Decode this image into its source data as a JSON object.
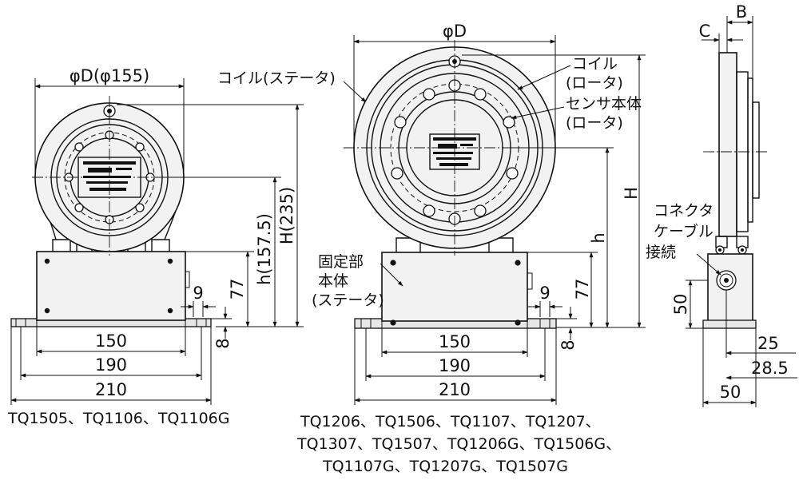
{
  "left_view": {
    "dim_diameter": "φD(φ155)",
    "dim_height": "H(235)",
    "dim_axis_height": "h(157.5)",
    "dim_77": "77",
    "dim_9": "9",
    "dim_8": "8",
    "dim_150": "150",
    "dim_190": "190",
    "dim_210": "210",
    "label_coil_stator": "コイル(ステータ)",
    "models": "TQ1505、TQ1106、TQ1106G"
  },
  "center_view": {
    "dim_diameter": "φD",
    "dim_height": "H",
    "dim_axis_height": "h",
    "dim_77": "77",
    "dim_9": "9",
    "dim_8": "8",
    "dim_150": "150",
    "dim_190": "190",
    "dim_210": "210",
    "label_coil_rotor_1": "コイル",
    "label_coil_rotor_2": "(ロータ)",
    "label_sensor_rotor_1": "センサ本体",
    "label_sensor_rotor_2": "(ロータ)",
    "label_fixed_1": "固定部",
    "label_fixed_2": "本体",
    "label_fixed_3": "(ステータ)",
    "models_line1": "TQ1206、TQ1506、TQ1107、TQ1207、",
    "models_line2": "TQ1307、TQ1507、TQ1206G、TQ1506G、",
    "models_line3": "TQ1107G、TQ1207G、TQ1507G"
  },
  "side_view": {
    "dim_B": "B",
    "dim_C": "C",
    "dim_50_height": "50",
    "dim_25": "25",
    "dim_28_5": "28.5",
    "dim_50_width": "50",
    "label_connector_1": "コネクタ",
    "label_connector_2": "ケーブル",
    "label_connector_3": "接続"
  }
}
